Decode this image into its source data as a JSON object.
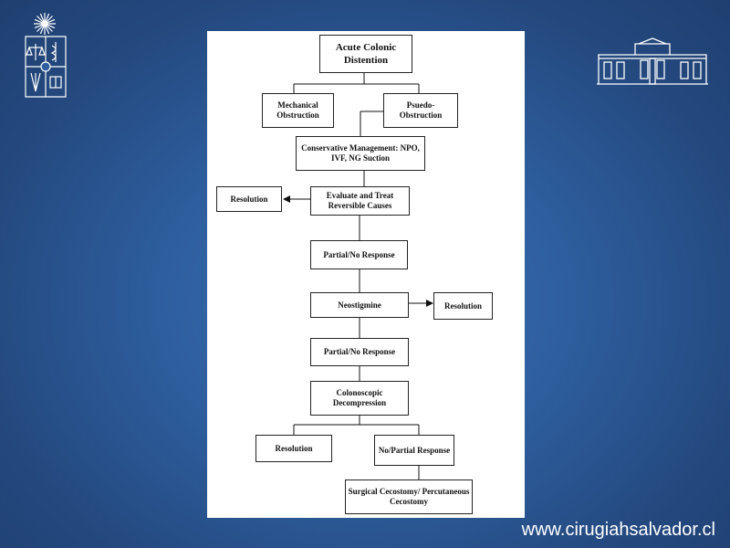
{
  "flowchart": {
    "acute": "Acute Colonic Distention",
    "mechanical": "Mechanical Obstruction",
    "pseudo": "Psuedo-Obstruction",
    "conservative": "Conservative Management: NPO, IVF, NG Suction",
    "resolution_1": "Resolution",
    "evaluate": "Evaluate and Treat Reversible Causes",
    "partial_1": "Partial/No Response",
    "neostigmine": "Neostigmine",
    "resolution_2": "Resolution",
    "partial_2": "Partial/No Response",
    "colonoscopic": "Colonoscopic Decompression",
    "resolution_3": "Resolution",
    "no_partial": "No/Partial Response",
    "surgical": "Surgical Cecostomy/ Percutaneous Cecostomy"
  },
  "footer": {
    "url": "www.cirugiahsalvador.cl"
  },
  "colors": {
    "background": "#2e5e9e",
    "logo": "#ffffff",
    "box_border": "#222222"
  },
  "icons": {
    "left_logo": "university-crest-icon",
    "right_logo": "building-facade-icon"
  }
}
